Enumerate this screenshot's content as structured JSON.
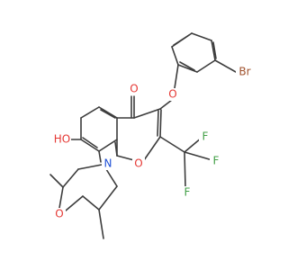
{
  "atoms": [
    {
      "id": "o_carbonyl",
      "text": "O",
      "color": "#e53935"
    },
    {
      "id": "o_ether_link",
      "text": "O",
      "color": "#e53935"
    },
    {
      "id": "br",
      "text": "Br",
      "color": "#a0522d"
    },
    {
      "id": "hydroxyl",
      "text": "HO",
      "color": "#e53935"
    },
    {
      "id": "o_ring",
      "text": "O",
      "color": "#e53935"
    },
    {
      "id": "f1",
      "text": "F",
      "color": "#43a047"
    },
    {
      "id": "f2",
      "text": "F",
      "color": "#43a047"
    },
    {
      "id": "f3",
      "text": "F",
      "color": "#43a047"
    },
    {
      "id": "n_morph",
      "text": "N",
      "color": "#1e4fd6"
    },
    {
      "id": "o_morph",
      "text": "O",
      "color": "#e53935"
    }
  ]
}
